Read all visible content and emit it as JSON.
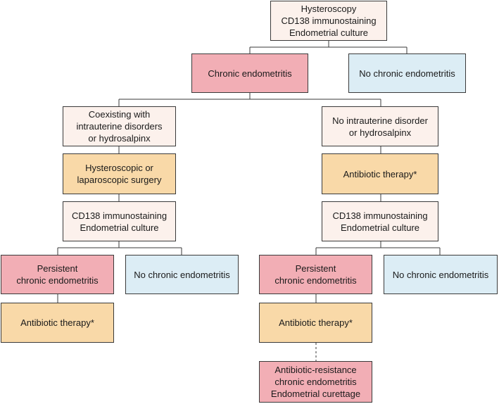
{
  "flowchart": {
    "root": "Hysteroscopy\nCD138 immunostaining\nEndometrial culture",
    "chronic": "Chronic endometritis",
    "no_chronic": "No chronic endometritis",
    "left_branch": {
      "condition": "Coexisting with\nintrauterine disorders\nor hydrosalpinx",
      "treatment": "Hysteroscopic or\nlaparoscopic surgery",
      "retest": "CD138 immunostaining\nEndometrial culture",
      "persistent": "Persistent\nchronic endometritis",
      "resolved": "No chronic endometritis",
      "therapy": "Antibiotic therapy*"
    },
    "right_branch": {
      "condition": "No intrauterine disorder\nor hydrosalpinx",
      "treatment": "Antibiotic therapy*",
      "retest": "CD138 immunostaining\nEndometrial culture",
      "persistent": "Persistent\nchronic endometritis",
      "resolved": "No chronic endometritis",
      "therapy": "Antibiotic therapy*",
      "resistant": "Antibiotic-resistance\nchronic endometritis\nEndometrial curettage"
    }
  },
  "colors": {
    "persistent_disease": "#f2aeb5",
    "no_disease": "#dcedf5",
    "test_or_condition": "#fcf1ec",
    "treatment": "#f9d9a8"
  }
}
